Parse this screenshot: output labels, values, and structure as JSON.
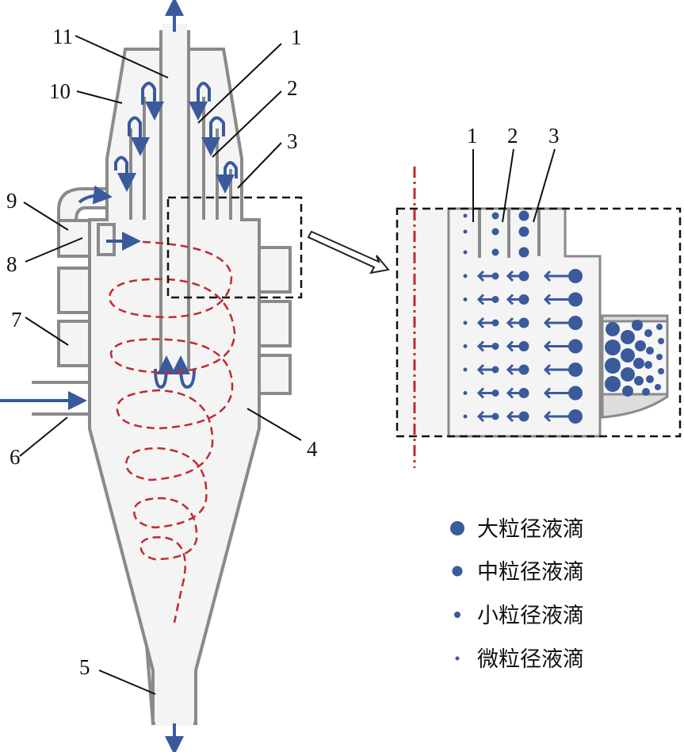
{
  "labels": {
    "l1": "1",
    "l2": "2",
    "l3": "3",
    "l4": "4",
    "l5": "5",
    "l6": "6",
    "l7": "7",
    "l8": "8",
    "l9": "9",
    "l10": "10",
    "l11": "11",
    "d1": "1",
    "d2": "2",
    "d3": "3"
  },
  "legend": [
    {
      "label": "大粒径液滴"
    },
    {
      "label": "中粒径液滴"
    },
    {
      "label": "小粒径液滴"
    },
    {
      "label": "微粒径液滴"
    }
  ],
  "colors": {
    "droplet": "#3a5a9c",
    "swirl": "#c02a30",
    "wall": "#8a8a8a"
  }
}
